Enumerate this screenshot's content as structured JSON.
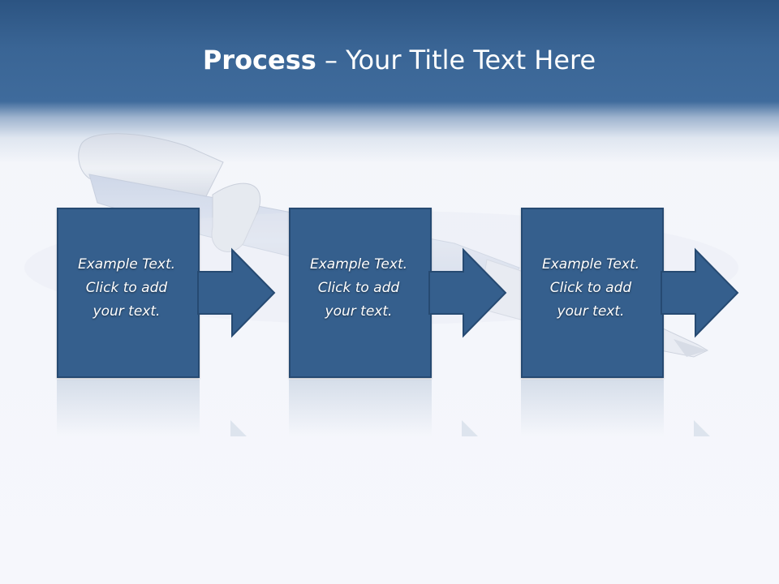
{
  "slide": {
    "title_bold": "Process",
    "title_rest": " – Your Title Text Here",
    "colors": {
      "header": "#3a6595",
      "box_fill": "#355f8d",
      "box_border": "#264a72",
      "background": "#f3f5fa",
      "text": "#ffffff"
    },
    "background_image": "fountain-pen"
  },
  "steps": [
    {
      "line1": "Example Text.",
      "line2": "Click  to add",
      "line3": "your text."
    },
    {
      "line1": "Example Text.",
      "line2": "Click  to add",
      "line3": "your text."
    },
    {
      "line1": "Example Text.",
      "line2": "Click  to add",
      "line3": "your text."
    }
  ]
}
